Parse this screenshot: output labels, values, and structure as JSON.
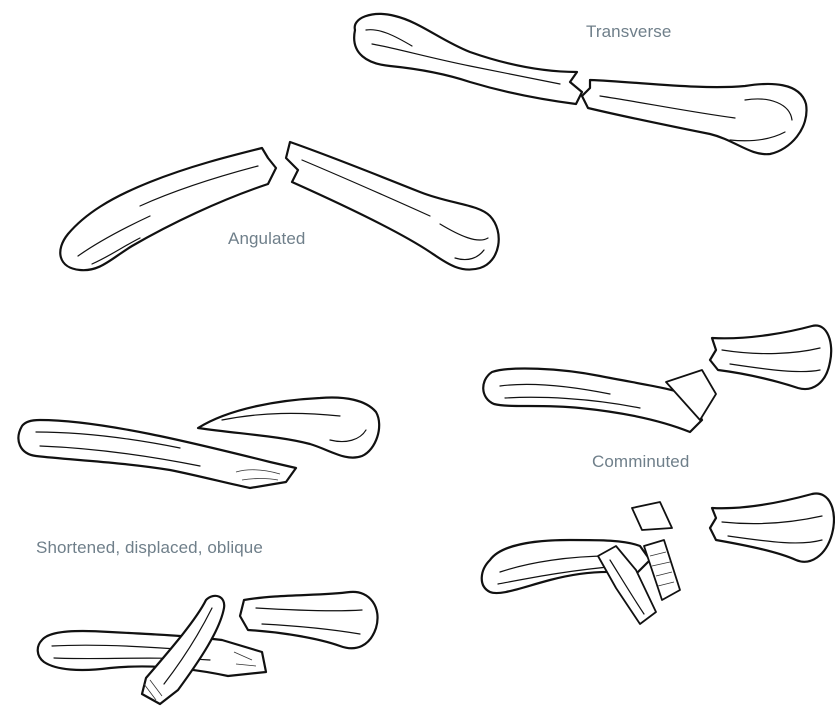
{
  "labels": {
    "transverse": "Transverse",
    "angulated": "Angulated",
    "comminuted": "Comminuted",
    "shortened": "Shortened, displaced, oblique"
  },
  "colors": {
    "label_text": "#6f7f8a",
    "line": "#111111",
    "background": "#ffffff"
  }
}
